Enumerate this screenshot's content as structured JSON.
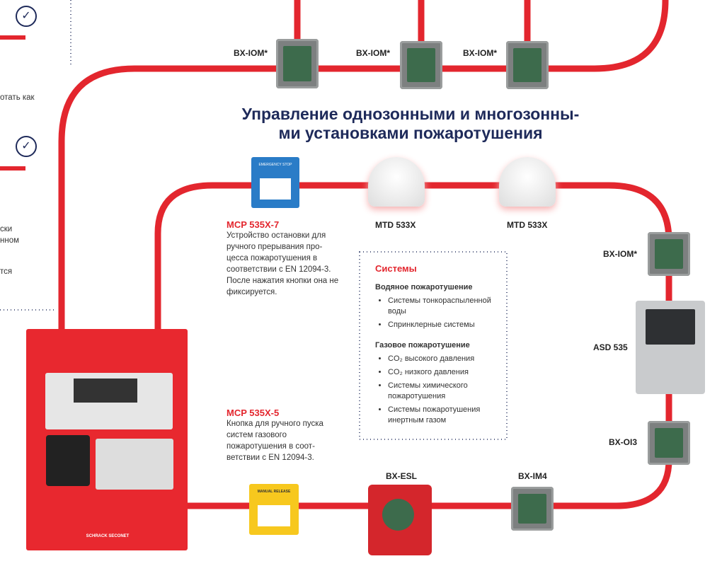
{
  "left_column": {
    "fragments": [
      "отать как",
      "ски",
      "нном",
      "тся"
    ]
  },
  "title": {
    "line1": "Управление однозонными и многозонны-",
    "line2": "ми установками пожаротушения"
  },
  "devices": {
    "bx_iom_1": "BX-IOM*",
    "bx_iom_2": "BX-IOM*",
    "bx_iom_3": "BX-IOM*",
    "bx_iom_4": "BX-IOM*",
    "mtd_1": "MTD 533X",
    "mtd_2": "MTD 533X",
    "asd": "ASD 535",
    "bx_oi3": "BX-OI3",
    "bx_esl": "BX-ESL",
    "bx_im4": "BX-IM4",
    "mcp_blue_sign": "EMERGENCY STOP",
    "mcp_yellow_sign": "MANUAL RELEASE",
    "panel_brand": "SCHRACK SECONET"
  },
  "mcp7": {
    "name": "MCP 535X-7",
    "text": "Устройство остановки для ручного прерывания про-цесса пожаротушения в соответствии с EN 12094-3. После нажатия кнопки она не фиксируется."
  },
  "mcp5": {
    "name": "MCP 535X-5",
    "text": "Кнопка для ручного пуска систем газового пожаротушения в соот-ветствии с EN 12094-3."
  },
  "systems": {
    "heading": "Системы",
    "water": {
      "title": "Водяное пожаротушение",
      "items": [
        "Системы тонкораспыленной воды",
        "Спринклерные системы"
      ]
    },
    "gas": {
      "title": "Газовое пожаротушение",
      "items": [
        "CO₂ высокого давления",
        "CO₂ низкого давления",
        "Системы химического пожаротушения",
        "Системы пожаротушения инертным газом"
      ]
    }
  }
}
